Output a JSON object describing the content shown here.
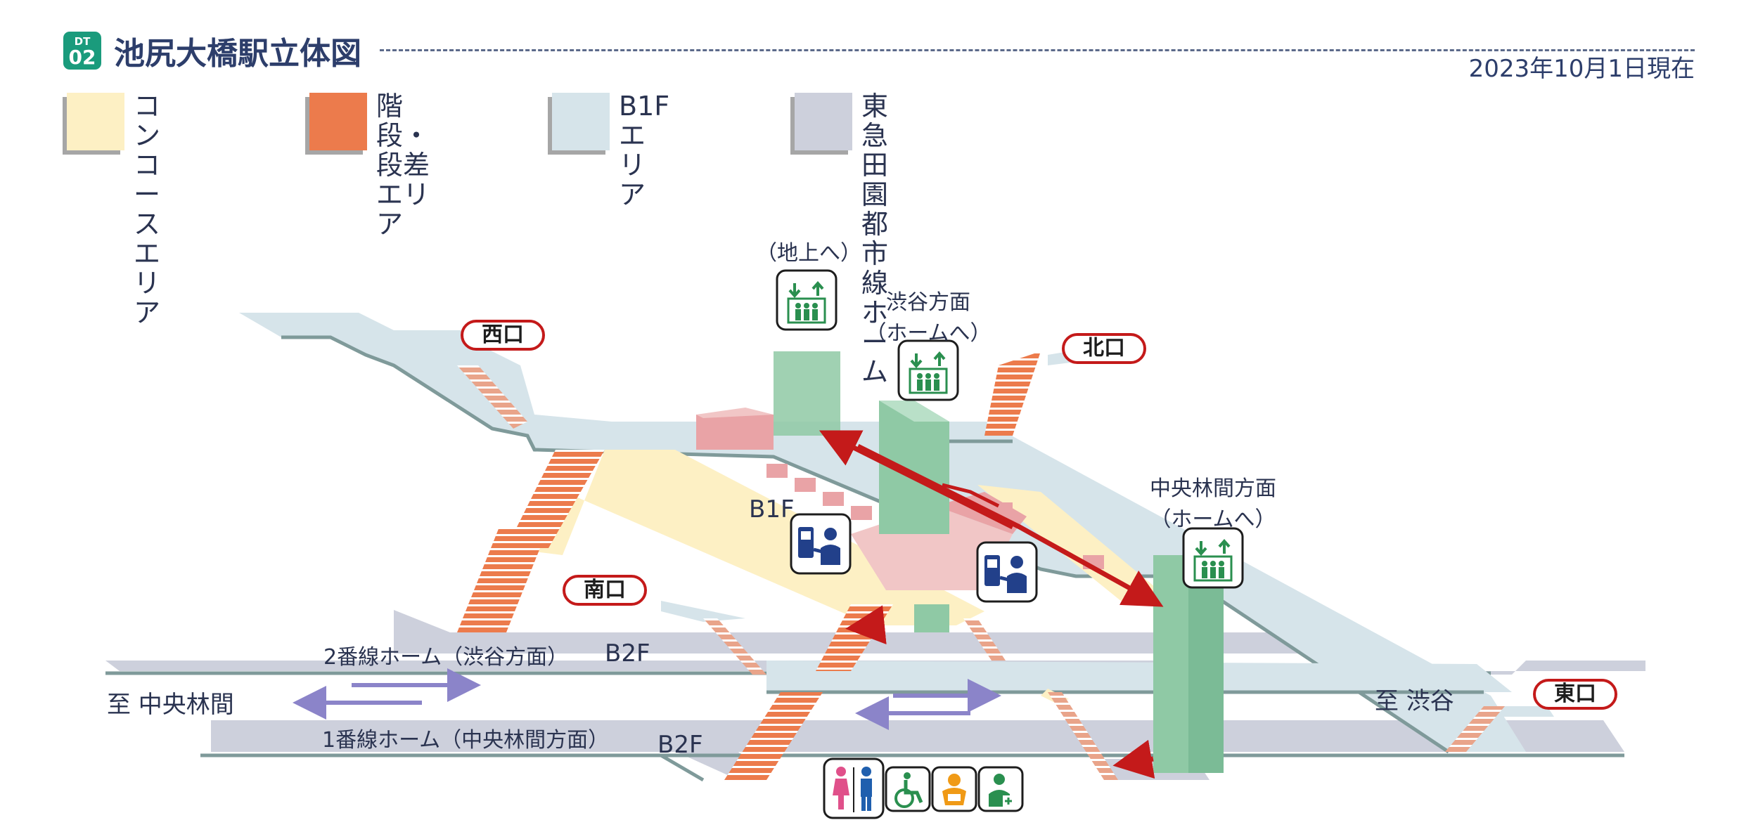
{
  "header": {
    "badge_line1": "DT",
    "badge_line2": "02",
    "title": "池尻大橋駅立体図",
    "date": "2023年10月1日現在"
  },
  "legend": [
    {
      "line1": "コンコース",
      "line2": "エリア",
      "color": "#fdf0c4"
    },
    {
      "line1": "階段・段差",
      "line2": "エリア",
      "color": "#ec7b4c"
    },
    {
      "line1": "B1F",
      "line2": "エリア",
      "color": "#d6e4ea"
    },
    {
      "line1": "東急田園都市線",
      "line2": "ホーム",
      "color": "#cdd0dc"
    }
  ],
  "labels": {
    "to_ground": "（地上へ）",
    "shibuya_dir_line1": "渋谷方面",
    "shibuya_dir_line2": "（ホームへ）",
    "chuorinkan_dir_line1": "中央林間方面",
    "chuorinkan_dir_line2": "（ホームへ）",
    "floor_b1f": "B1F",
    "floor_b2f_upper": "B2F",
    "floor_b2f_lower": "B2F",
    "platform2": "2番線ホーム（渋谷方面）",
    "platform1": "1番線ホーム（中央林間方面）",
    "to_chuorinkan": "至 中央林間",
    "to_shibuya": "至 渋谷"
  },
  "exits": {
    "west": "西口",
    "north": "北口",
    "south": "南口",
    "east": "東口"
  },
  "icons": {
    "elevator": "elevator-icon",
    "ticket_office": "ticket-office-icon",
    "toilet": "toilet-icon",
    "accessible": "wheelchair-icon",
    "baby": "baby-room-icon",
    "first_aid": "first-aid-icon"
  },
  "colors": {
    "concourse": "#fdf0c4",
    "stairs": "#ec7b4c",
    "b1f": "#d6e4ea",
    "platform": "#cdd0dc",
    "elevator_shaft": "#8fc9a5",
    "gate": "#e9a3a6",
    "exit_border": "#c41a1a",
    "route_arrow": "#c41a1a",
    "brand": "#1a9b7c"
  }
}
